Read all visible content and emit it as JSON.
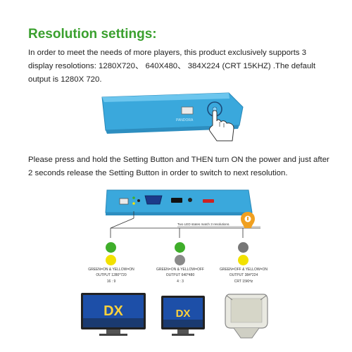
{
  "heading": "Resolution settings:",
  "intro": "In order to meet the needs of more players, this product exclusively supports 3 display resolotions: 1280X720、 640X480、 384X224 (CRT 15KHZ) .The default output is 1280X 720.",
  "instruction": "Please press and hold the Setting Button and THEN turn ON the power and just after 2 seconds release the Setting Button in order to switch to next resolution.",
  "device_top": {
    "brand": "PANDORA"
  },
  "diagram": {
    "led_note": "Two LED states match 3 resolutions.",
    "modes": [
      {
        "state": "GREEN=ON & YELLOW=ON",
        "output": "OUTPUT 1280*720",
        "ratio": "16 : 9",
        "led1": "#3fae2a",
        "led2": "#f2e100"
      },
      {
        "state": "GREEN=ON & YELLOW=OFF",
        "output": "OUTPUT 640*480",
        "ratio": "4 : 3",
        "led1": "#3fae2a",
        "led2": "#8a8a8a"
      },
      {
        "state": "GREEN=OFF & YELLOW=ON",
        "output": "OUTPUT 384*224",
        "ratio": "CRT 15KHz",
        "led1": "#777777",
        "led2": "#f2e100"
      }
    ],
    "screen_logo": "DX"
  },
  "colors": {
    "device_blue": "#3aa8dc",
    "heading_green": "#3aa02e",
    "accent_orange": "#f0a020"
  }
}
